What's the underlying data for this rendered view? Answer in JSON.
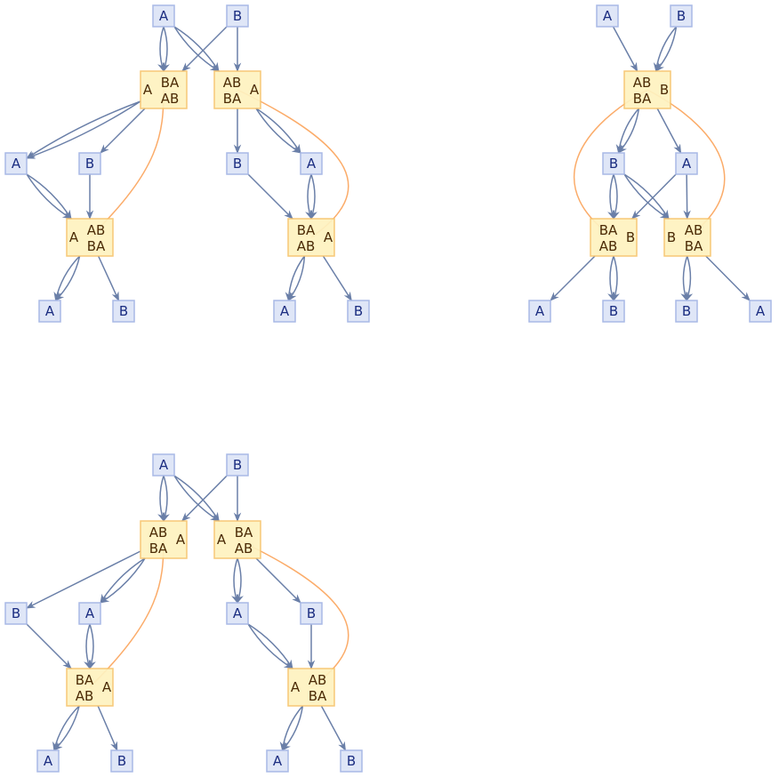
{
  "colors": {
    "token_fill": "#dfe6f7",
    "token_stroke": "#a9b9e6",
    "token_text": "#1a2c80",
    "event_fill": "#fef2c0",
    "event_stroke": "#f7c46c",
    "event_text": "#4a2a05",
    "edge": "#6a7fa8",
    "causal_edge": "#fbac6a"
  },
  "graphs": [
    {
      "nodes": [
        {
          "id": "t1",
          "type": "token",
          "label": "A"
        },
        {
          "id": "t2",
          "type": "token",
          "label": "B"
        },
        {
          "id": "e1",
          "type": "event",
          "lines": [
            "BA",
            "AB"
          ],
          "side": "A",
          "side_position": "left"
        },
        {
          "id": "e2",
          "type": "event",
          "lines": [
            "AB",
            "BA"
          ],
          "side": "A",
          "side_position": "right"
        },
        {
          "id": "t3",
          "type": "token",
          "label": "A"
        },
        {
          "id": "t4",
          "type": "token",
          "label": "B"
        },
        {
          "id": "t5",
          "type": "token",
          "label": "B"
        },
        {
          "id": "t6",
          "type": "token",
          "label": "A"
        },
        {
          "id": "e3",
          "type": "event",
          "lines": [
            "AB",
            "BA"
          ],
          "side": "A",
          "side_position": "left"
        },
        {
          "id": "e4",
          "type": "event",
          "lines": [
            "BA",
            "AB"
          ],
          "side": "A",
          "side_position": "right"
        },
        {
          "id": "t7",
          "type": "token",
          "label": "A"
        },
        {
          "id": "t8",
          "type": "token",
          "label": "B"
        },
        {
          "id": "t9",
          "type": "token",
          "label": "A"
        },
        {
          "id": "t10",
          "type": "token",
          "label": "B"
        }
      ],
      "edges": [
        [
          "t1",
          "e1",
          2,
          "token"
        ],
        [
          "t1",
          "e2",
          2,
          "token"
        ],
        [
          "t2",
          "e1",
          1,
          "token"
        ],
        [
          "t2",
          "e2",
          1,
          "token"
        ],
        [
          "e1",
          "t3",
          2,
          "token"
        ],
        [
          "e1",
          "t4",
          1,
          "token"
        ],
        [
          "e2",
          "t5",
          1,
          "token"
        ],
        [
          "e2",
          "t6",
          2,
          "token"
        ],
        [
          "e1",
          "e3",
          1,
          "causal"
        ],
        [
          "e2",
          "e4",
          1,
          "causal"
        ],
        [
          "t3",
          "e3",
          2,
          "token"
        ],
        [
          "t4",
          "e3",
          1,
          "token"
        ],
        [
          "t5",
          "e4",
          1,
          "token"
        ],
        [
          "t6",
          "e4",
          2,
          "token"
        ],
        [
          "e3",
          "t7",
          2,
          "token"
        ],
        [
          "e3",
          "t8",
          1,
          "token"
        ],
        [
          "e4",
          "t9",
          2,
          "token"
        ],
        [
          "e4",
          "t10",
          1,
          "token"
        ]
      ]
    },
    {
      "nodes": [
        {
          "id": "t1",
          "type": "token",
          "label": "A"
        },
        {
          "id": "t2",
          "type": "token",
          "label": "B"
        },
        {
          "id": "e1",
          "type": "event",
          "lines": [
            "AB",
            "BA"
          ],
          "side": "B",
          "side_position": "right"
        },
        {
          "id": "t3",
          "type": "token",
          "label": "B"
        },
        {
          "id": "t4",
          "type": "token",
          "label": "A"
        },
        {
          "id": "e2",
          "type": "event",
          "lines": [
            "BA",
            "AB"
          ],
          "side": "B",
          "side_position": "right"
        },
        {
          "id": "e3",
          "type": "event",
          "lines": [
            "AB",
            "BA"
          ],
          "side": "B",
          "side_position": "left"
        },
        {
          "id": "t5",
          "type": "token",
          "label": "A"
        },
        {
          "id": "t6",
          "type": "token",
          "label": "B"
        },
        {
          "id": "t7",
          "type": "token",
          "label": "B"
        },
        {
          "id": "t8",
          "type": "token",
          "label": "A"
        }
      ],
      "edges": [
        [
          "t1",
          "e1",
          1,
          "token"
        ],
        [
          "t2",
          "e1",
          2,
          "token"
        ],
        [
          "e1",
          "t3",
          2,
          "token"
        ],
        [
          "e1",
          "t4",
          1,
          "token"
        ],
        [
          "e1",
          "e2",
          1,
          "causal"
        ],
        [
          "e1",
          "e3",
          1,
          "causal"
        ],
        [
          "t3",
          "e2",
          2,
          "token"
        ],
        [
          "t3",
          "e3",
          2,
          "token"
        ],
        [
          "t4",
          "e2",
          1,
          "token"
        ],
        [
          "t4",
          "e3",
          1,
          "token"
        ],
        [
          "e2",
          "t5",
          1,
          "token"
        ],
        [
          "e2",
          "t6",
          2,
          "token"
        ],
        [
          "e3",
          "t7",
          2,
          "token"
        ],
        [
          "e3",
          "t8",
          1,
          "token"
        ]
      ]
    },
    {
      "nodes": [
        {
          "id": "t1",
          "type": "token",
          "label": "A"
        },
        {
          "id": "t2",
          "type": "token",
          "label": "B"
        },
        {
          "id": "e1",
          "type": "event",
          "lines": [
            "AB",
            "BA"
          ],
          "side": "A",
          "side_position": "right"
        },
        {
          "id": "e2",
          "type": "event",
          "lines": [
            "BA",
            "AB"
          ],
          "side": "A",
          "side_position": "left"
        },
        {
          "id": "t3",
          "type": "token",
          "label": "B"
        },
        {
          "id": "t4",
          "type": "token",
          "label": "A"
        },
        {
          "id": "t5",
          "type": "token",
          "label": "A"
        },
        {
          "id": "t6",
          "type": "token",
          "label": "B"
        },
        {
          "id": "e3",
          "type": "event",
          "lines": [
            "BA",
            "AB"
          ],
          "side": "A",
          "side_position": "right"
        },
        {
          "id": "e4",
          "type": "event",
          "lines": [
            "AB",
            "BA"
          ],
          "side": "A",
          "side_position": "left"
        },
        {
          "id": "t7",
          "type": "token",
          "label": "A"
        },
        {
          "id": "t8",
          "type": "token",
          "label": "B"
        },
        {
          "id": "t9",
          "type": "token",
          "label": "A"
        },
        {
          "id": "t10",
          "type": "token",
          "label": "B"
        }
      ],
      "edges": [
        [
          "t1",
          "e1",
          2,
          "token"
        ],
        [
          "t1",
          "e2",
          2,
          "token"
        ],
        [
          "t2",
          "e1",
          1,
          "token"
        ],
        [
          "t2",
          "e2",
          1,
          "token"
        ],
        [
          "e1",
          "t3",
          1,
          "token"
        ],
        [
          "e1",
          "t4",
          2,
          "token"
        ],
        [
          "e2",
          "t5",
          2,
          "token"
        ],
        [
          "e2",
          "t6",
          1,
          "token"
        ],
        [
          "e1",
          "e3",
          1,
          "causal"
        ],
        [
          "e2",
          "e4",
          1,
          "causal"
        ],
        [
          "t3",
          "e3",
          1,
          "token"
        ],
        [
          "t4",
          "e3",
          2,
          "token"
        ],
        [
          "t5",
          "e4",
          2,
          "token"
        ],
        [
          "t6",
          "e4",
          1,
          "token"
        ],
        [
          "e3",
          "t7",
          2,
          "token"
        ],
        [
          "e3",
          "t8",
          1,
          "token"
        ],
        [
          "e4",
          "t9",
          2,
          "token"
        ],
        [
          "e4",
          "t10",
          1,
          "token"
        ]
      ]
    }
  ]
}
